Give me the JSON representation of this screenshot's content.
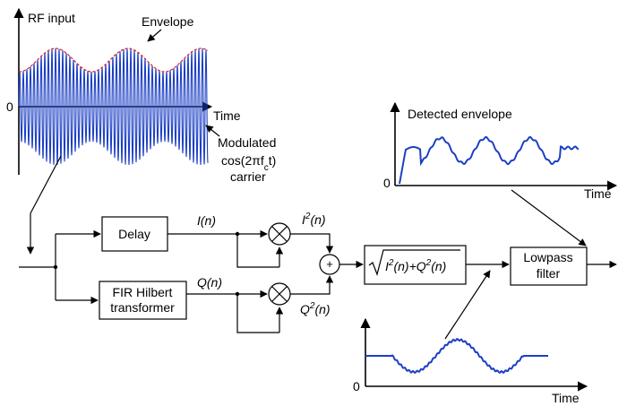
{
  "rf_panel": {
    "y_axis_label": "RF input",
    "envelope_label": "Envelope",
    "zero_label": "0",
    "time_label": "Time",
    "carrier_label_line1": "Modulated",
    "carrier_label_line2": "cos(2πf",
    "carrier_label_sub": "c",
    "carrier_label_tail": "t)",
    "carrier_label_line3": "carrier"
  },
  "detected_panel": {
    "y_axis_label": "Detected envelope",
    "zero_label": "0",
    "time_label": "Time"
  },
  "bottom_panel": {
    "zero_label": "0",
    "time_label": "Time"
  },
  "blocks": {
    "delay": "Delay",
    "hilbert_line1": "FIR Hilbert",
    "hilbert_line2": "transformer",
    "lowpass_line1": "Lowpass",
    "lowpass_line2": "filter",
    "sum_symbol": "+",
    "sqrt_I": "I",
    "sqrt_mid": "(n)+Q",
    "sqrt_tail": "(n)",
    "sqrt_exp": "2"
  },
  "signals": {
    "i_base": "I",
    "i_arg": "(n)",
    "q_base": "Q",
    "q_arg": "(n)",
    "i2_base": "I",
    "i2_exp": "2",
    "i2_arg": "(n)",
    "q2_base": "Q",
    "q2_exp": "2",
    "q2_arg": "(n)"
  },
  "colors": {
    "carrier": "#1c3fc4",
    "envelope_dash": "#e02020",
    "detected_curve": "#1c3fc4",
    "lines": "#000000"
  },
  "icons": {
    "multiplier": "circle-x-icon",
    "adder": "circle-plus-icon"
  }
}
